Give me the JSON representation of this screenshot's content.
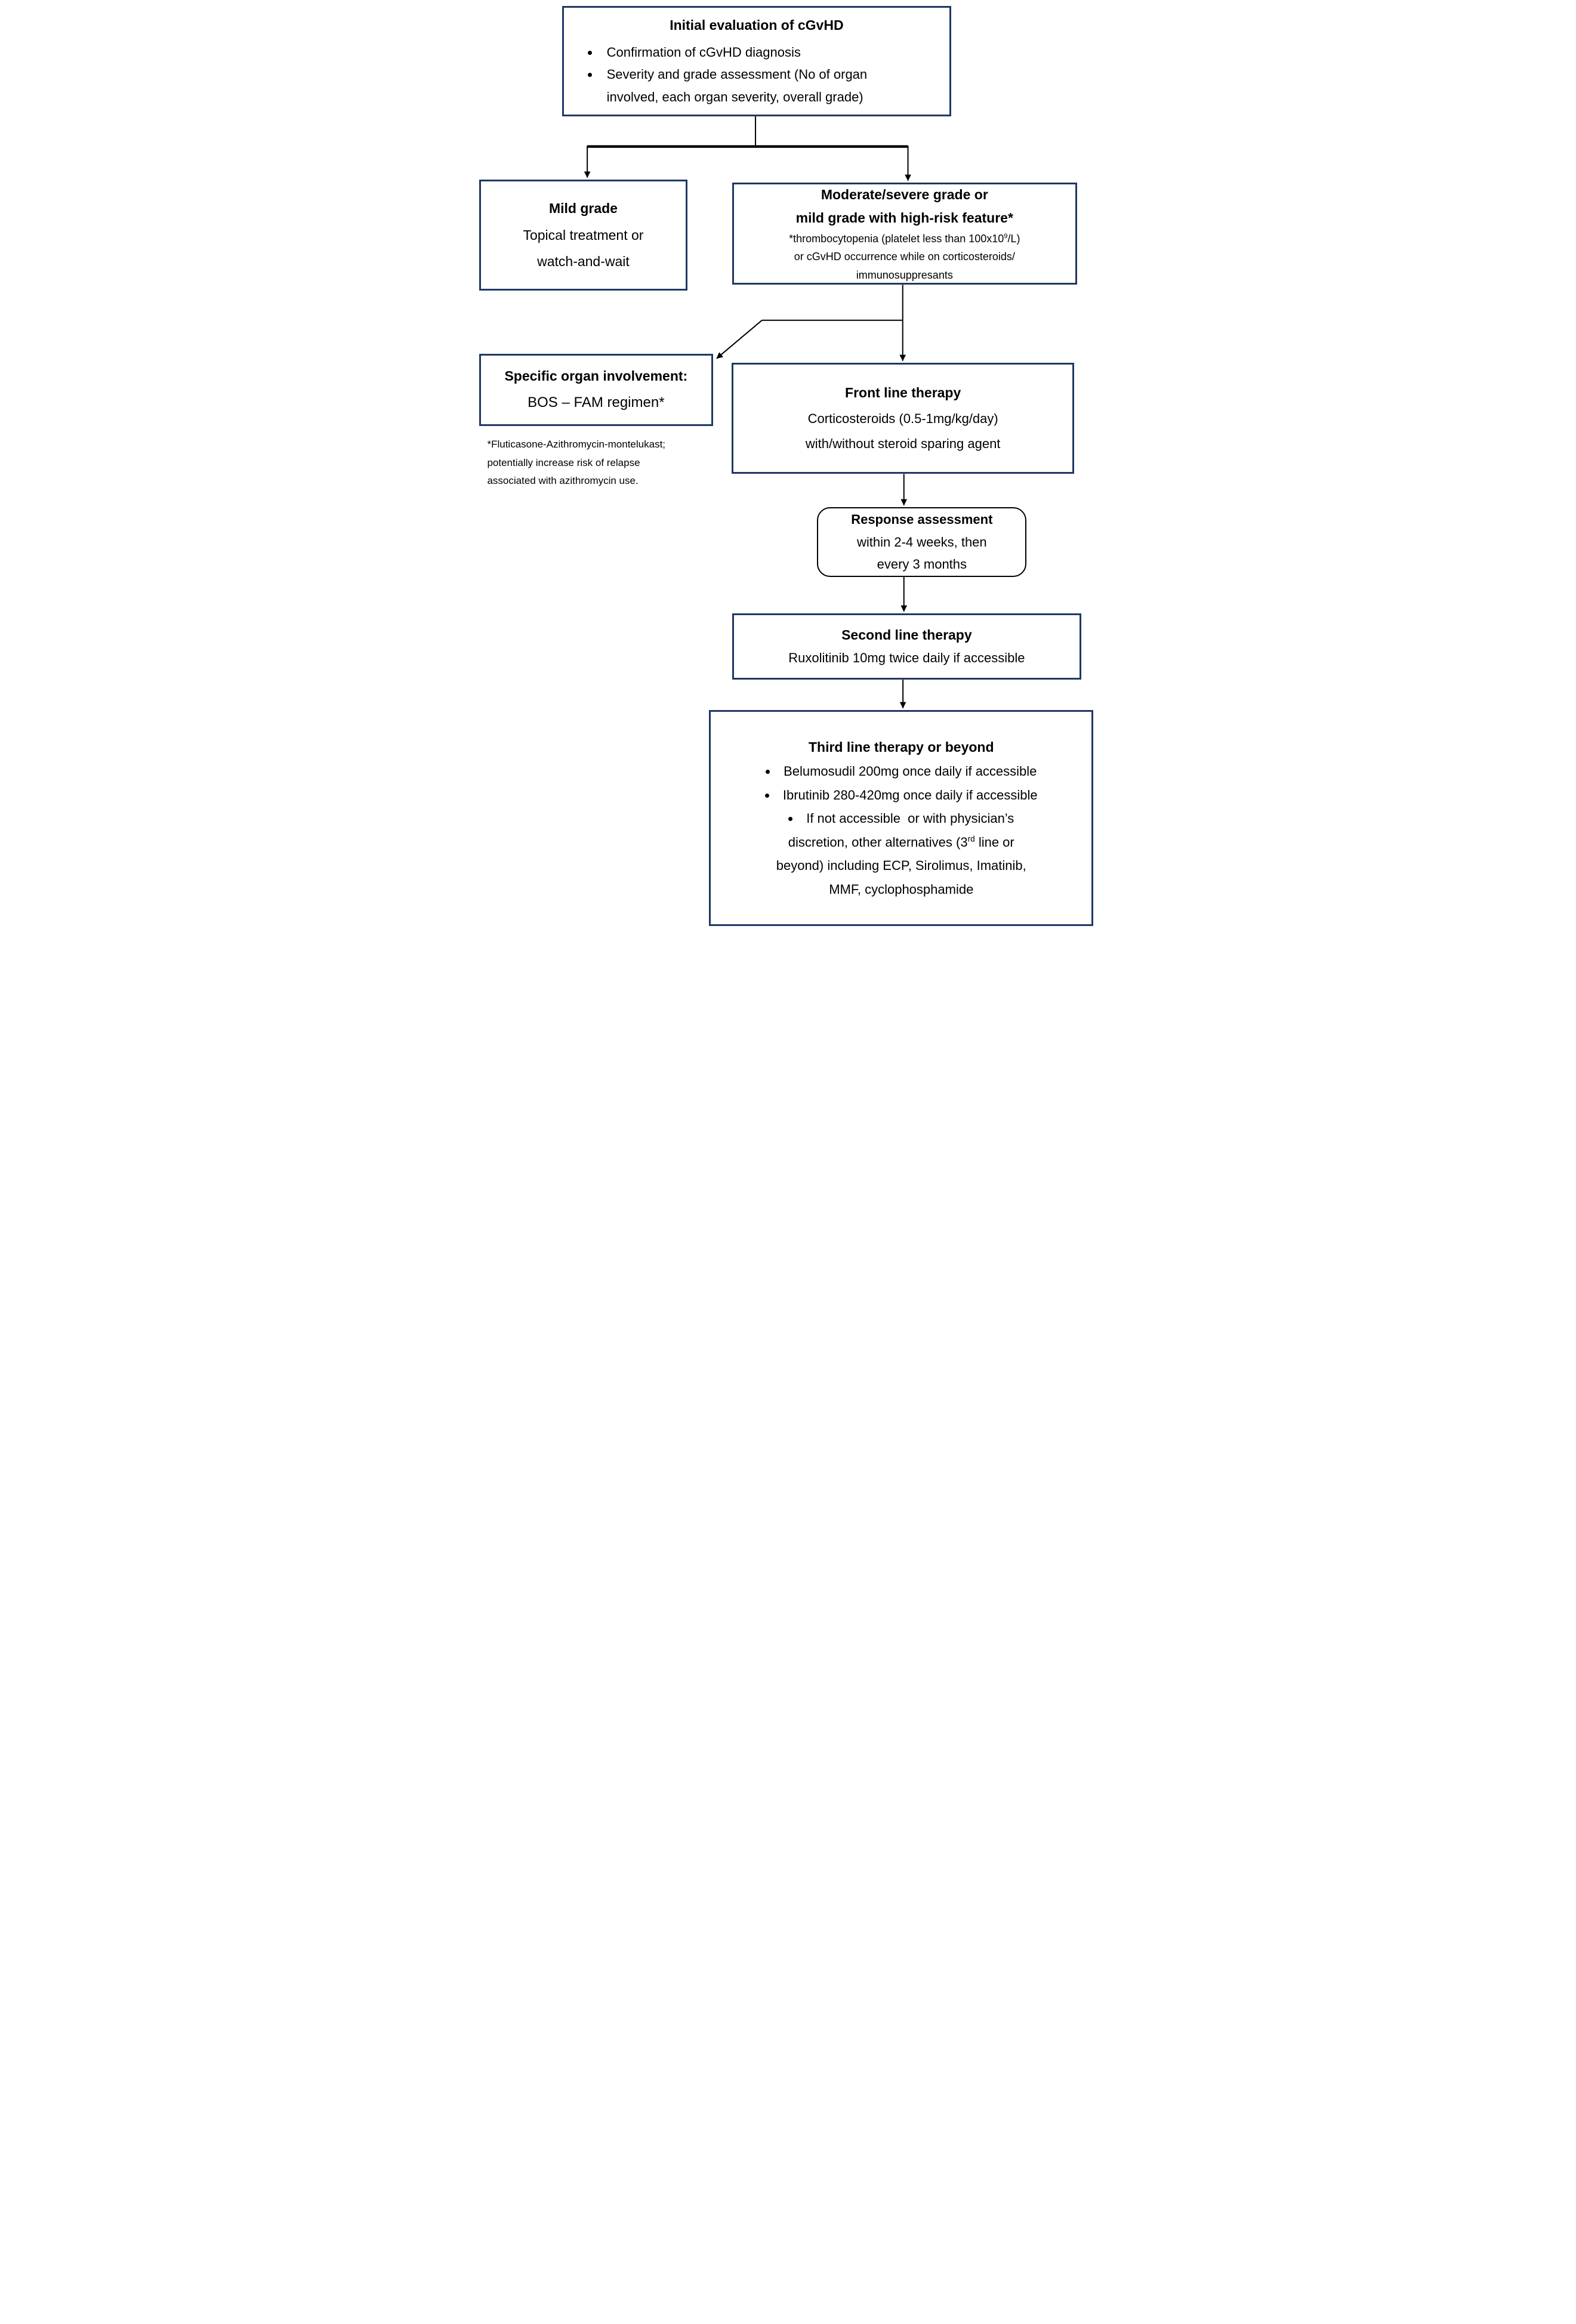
{
  "colors": {
    "box_border": "#1f3864",
    "response_border": "#000000",
    "connector": "#000000",
    "text": "#000000",
    "background": "#ffffff"
  },
  "boxes": {
    "initial": {
      "title": "Initial evaluation of cGvHD",
      "bullet1": "Confirmation of cGvHD diagnosis",
      "bullet2_line1": "Severity and grade assessment (No of organ",
      "bullet2_line2": "involved, each organ severity, overall grade)"
    },
    "mild": {
      "title": "Mild grade",
      "line1": "Topical treatment or",
      "line2": "watch-and-wait"
    },
    "moderate": {
      "title_line1": "Moderate/severe grade or",
      "title_line2": "mild grade with high-risk feature*",
      "note1_pre": "*thrombocytopenia (platelet less than 100x10",
      "note1_sup": "9",
      "note1_post": "/L)",
      "note2": "or cGvHD occurrence while on corticosteroids/",
      "note3": "immunosuppresants"
    },
    "specific": {
      "title": "Specific organ involvement:",
      "line": "BOS – FAM regimen*"
    },
    "footnote": {
      "line1": "*Fluticasone-Azithromycin-montelukast;",
      "line2": "potentially increase risk of relapse",
      "line3": "associated with azithromycin use."
    },
    "front": {
      "title": "Front line therapy",
      "line1": "Corticosteroids (0.5-1mg/kg/day)",
      "line2": "with/without steroid sparing agent"
    },
    "response": {
      "title": "Response assessment",
      "line1": "within 2-4 weeks, then",
      "line2": "every 3 months"
    },
    "second": {
      "title": "Second line therapy",
      "line": "Ruxolitinib 10mg twice daily if accessible"
    },
    "third": {
      "title": "Third line therapy or beyond",
      "bullet1": "Belumosudil 200mg once daily if accessible",
      "bullet2": "Ibrutinib 280-420mg once daily if accessible",
      "bullet3_line1": "If not accessible  or with physician’s",
      "bullet3_line2_pre": "discretion, other alternatives (3",
      "bullet3_line2_sup": "rd",
      "bullet3_line2_post": " line or",
      "bullet3_line3": "beyond) including ECP, Sirolimus, Imatinib,",
      "bullet3_line4": "MMF, cyclophosphamide"
    }
  }
}
